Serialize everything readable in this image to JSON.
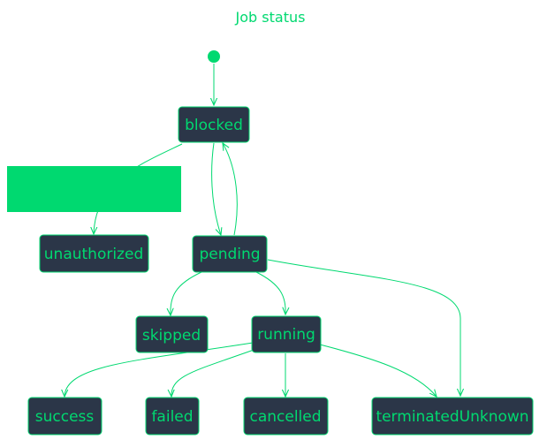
{
  "diagram": {
    "title": "Job status",
    "colors": {
      "accent": "#00d970",
      "node_fill": "#2b3648",
      "background": "#ffffff"
    },
    "states": {
      "blocked": "blocked",
      "unauthorized": "unauthorized",
      "pending": "pending",
      "skipped": "skipped",
      "running": "running",
      "success": "success",
      "failed": "failed",
      "cancelled": "cancelled",
      "terminated_unknown": "terminatedUnknown"
    },
    "transitions": [
      {
        "from": "start",
        "to": "blocked"
      },
      {
        "from": "blocked",
        "to": "pending"
      },
      {
        "from": "pending",
        "to": "blocked"
      },
      {
        "from": "blocked",
        "to": "unauthorized"
      },
      {
        "from": "pending",
        "to": "skipped"
      },
      {
        "from": "pending",
        "to": "running"
      },
      {
        "from": "pending",
        "to": "terminatedUnknown"
      },
      {
        "from": "running",
        "to": "success"
      },
      {
        "from": "running",
        "to": "failed"
      },
      {
        "from": "running",
        "to": "cancelled"
      },
      {
        "from": "running",
        "to": "terminatedUnknown"
      }
    ]
  }
}
